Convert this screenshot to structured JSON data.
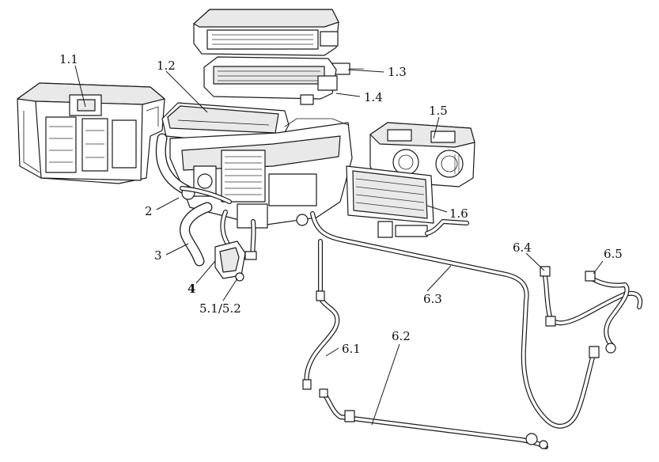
{
  "labels": {
    "l1_1": "1.1",
    "l1_2": "1.2",
    "l1_3": "1.3",
    "l1_4": "1.4",
    "l1_5": "1.5",
    "l1_6": "1.6",
    "l2": "2",
    "l3": "3",
    "l4": "4",
    "l5": "5.1/5.2",
    "l6_1": "6.1",
    "l6_2": "6.2",
    "l6_3": "6.3",
    "l6_4": "6.4",
    "l6_5": "6.5"
  }
}
